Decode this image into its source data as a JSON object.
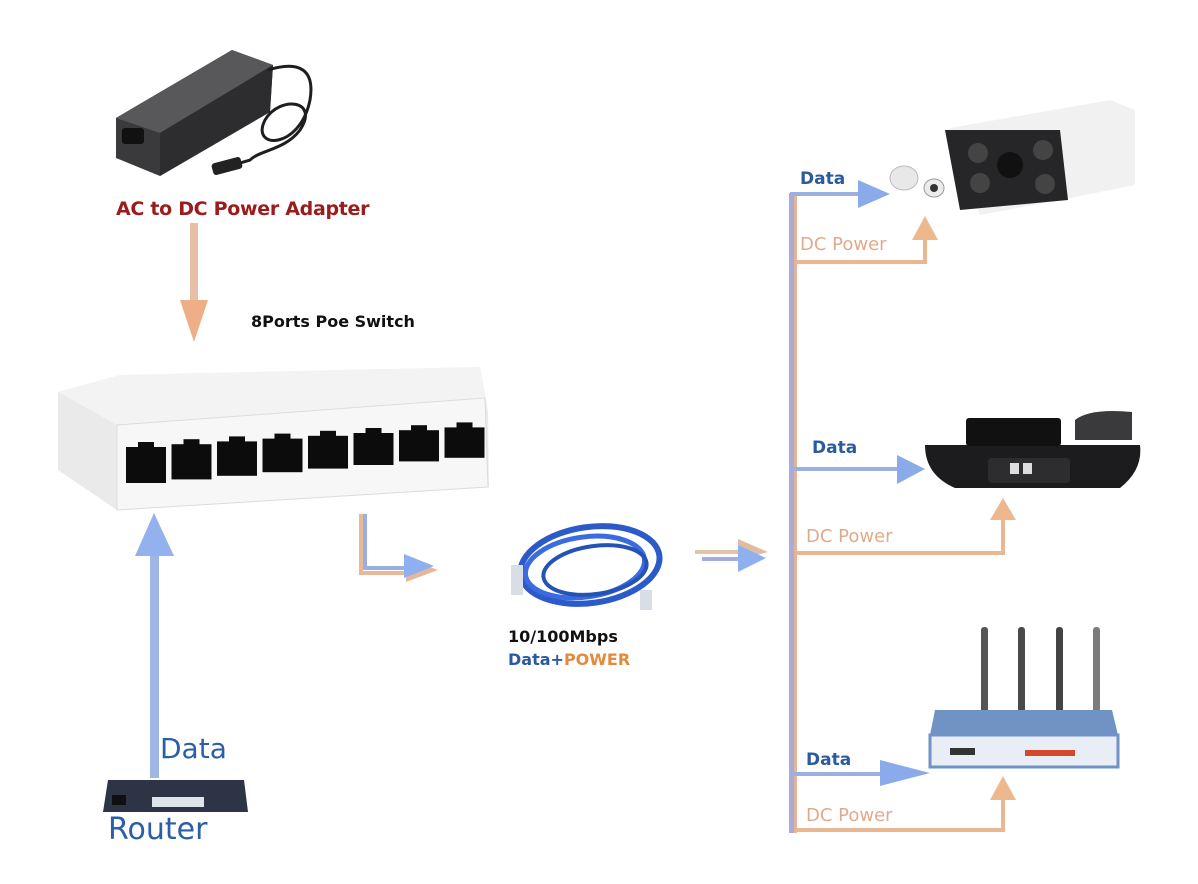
{
  "diagram": {
    "title": "8Ports PoE Switch connection diagram",
    "adapter": {
      "label": "AC to DC Power Adapter"
    },
    "switch": {
      "label": "8Ports Poe Switch",
      "port_count": 8
    },
    "cable": {
      "speed": "10/100Mbps",
      "type_data": "Data",
      "type_plus": "+",
      "type_power": "POWER"
    },
    "router": {
      "label": "Router",
      "link_label": "Data"
    },
    "devices": [
      {
        "name": "IP Camera",
        "data_label": "Data",
        "power_label": "DC Power"
      },
      {
        "name": "IP Phone",
        "data_label": "Data",
        "power_label": "DC Power"
      },
      {
        "name": "Wireless Access Point",
        "data_label": "Data",
        "power_label": "DC Power"
      }
    ],
    "colors": {
      "data": "#8eaee8",
      "power": "#e8b893",
      "adapter_text": "#9b1c1c",
      "data_text": "#2b5aa0",
      "power_text": "#e0ab8a"
    }
  }
}
